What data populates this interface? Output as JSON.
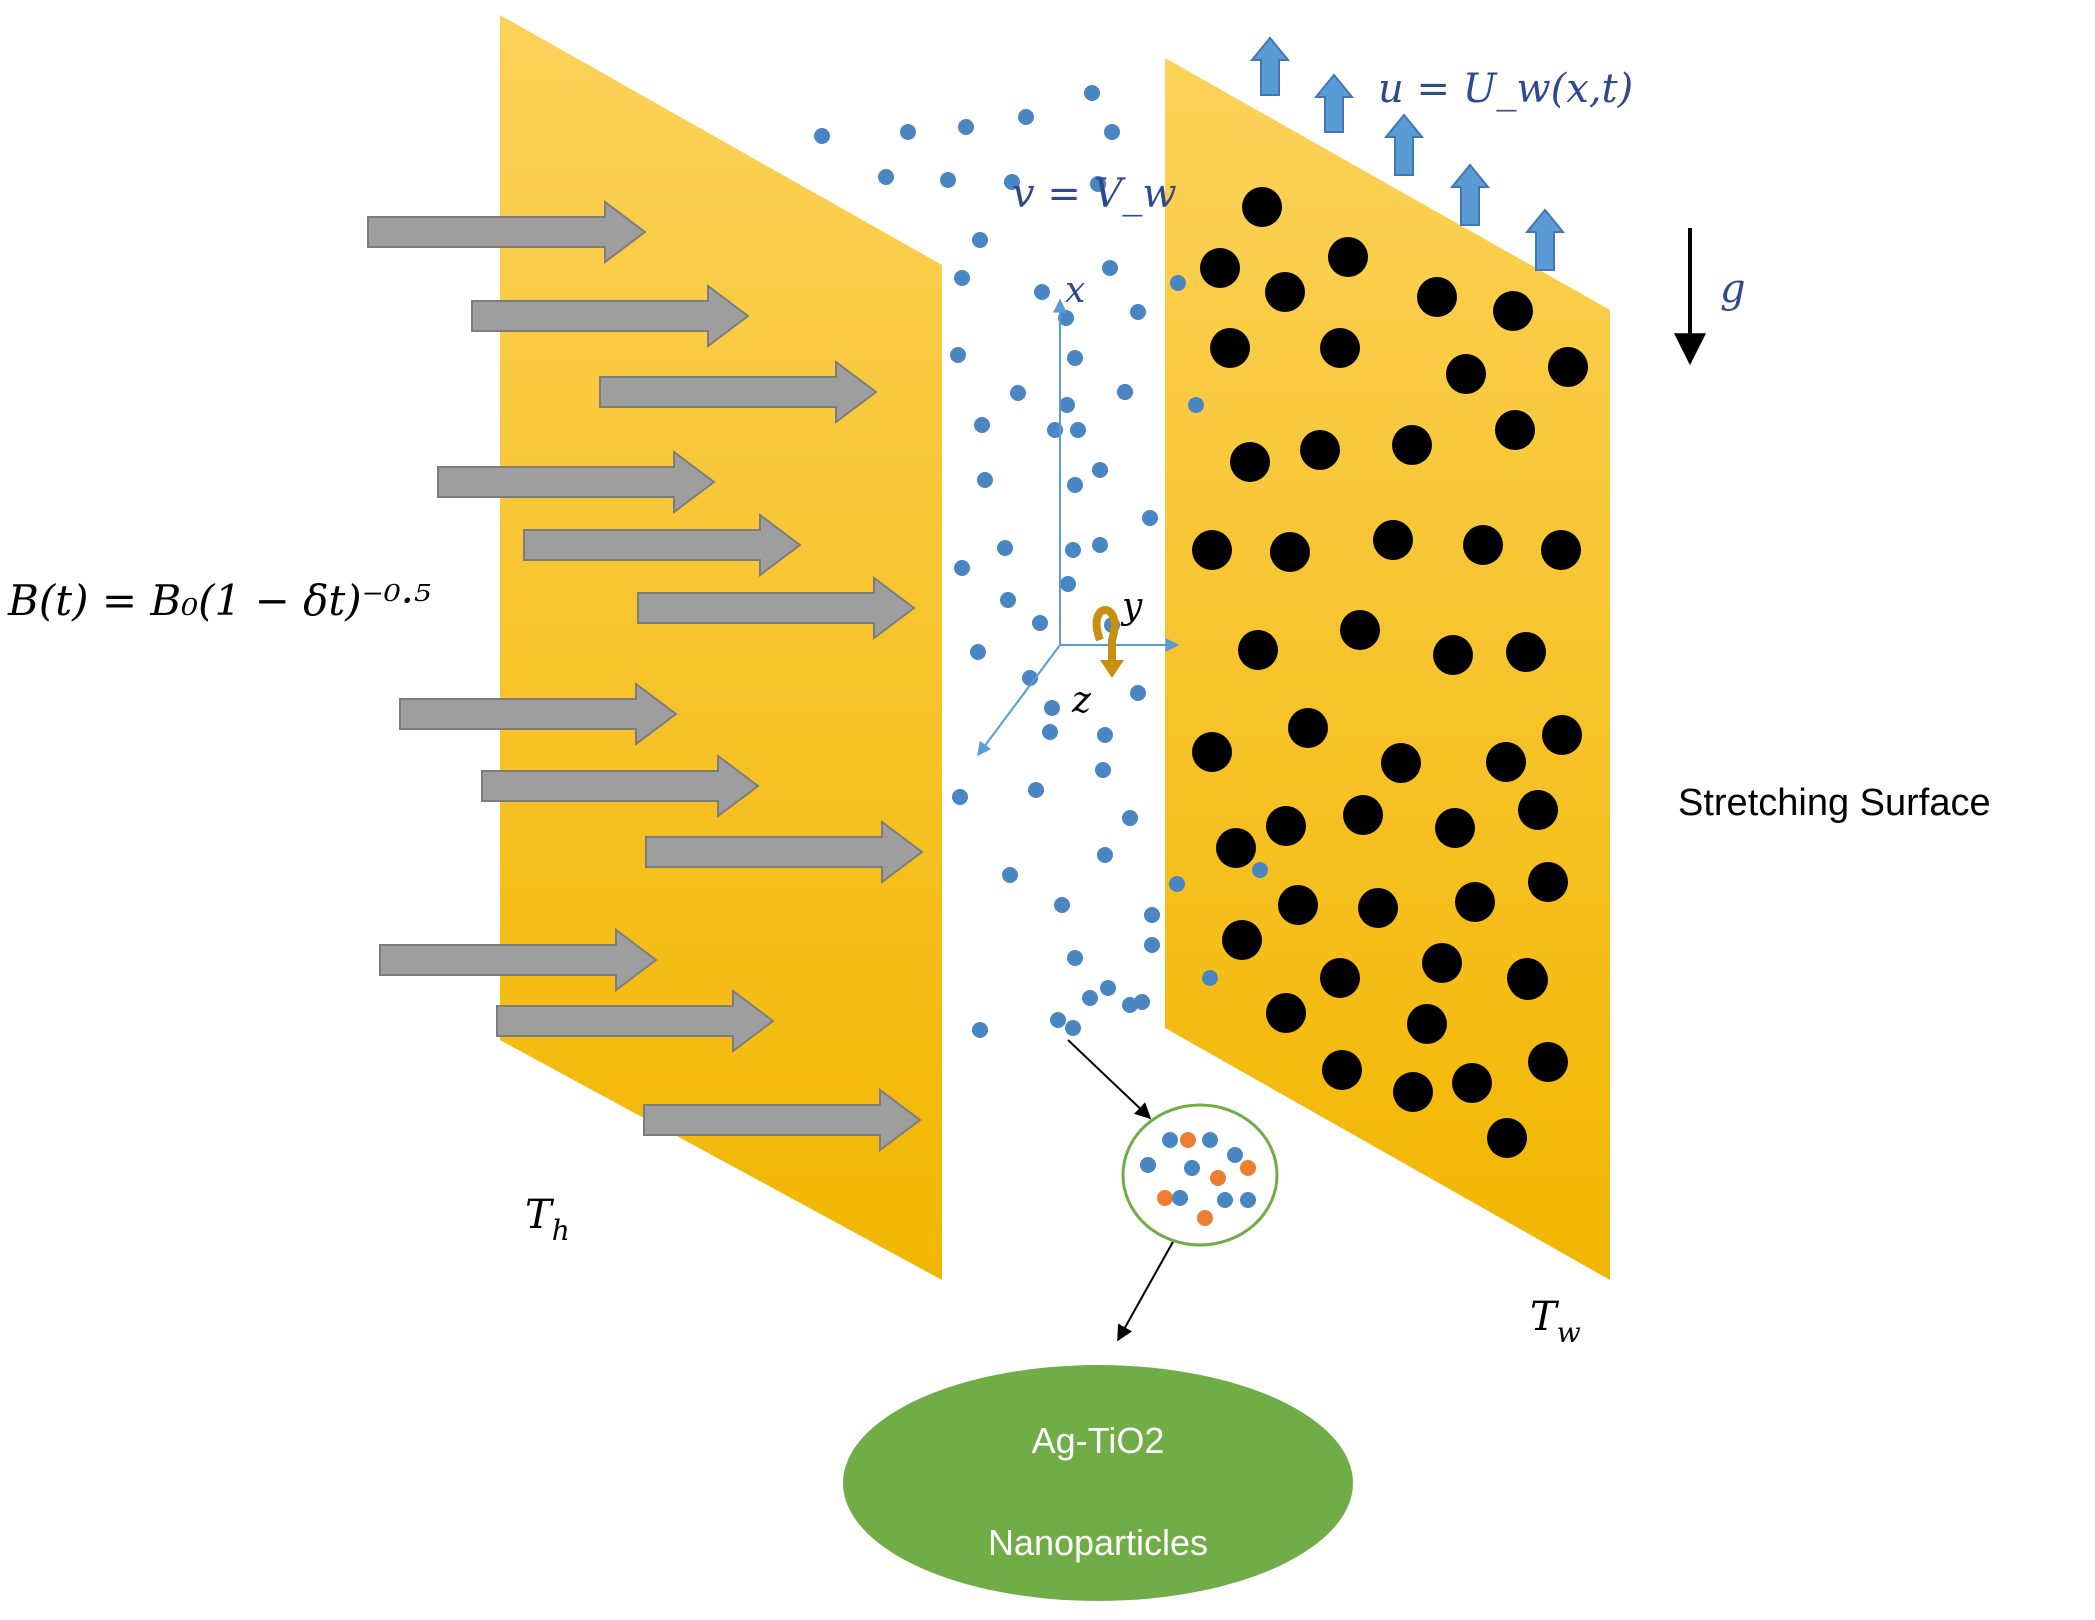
{
  "colors": {
    "plate_top": "#fcd25a",
    "plate_bottom": "#f2b600",
    "fluid_particle": "#4a86c2",
    "surface_particle": "#000000",
    "field_arrow": "#9e9e9e",
    "velocity_arrow": "#5b9bd5",
    "ellipse_fill": "#70ad47",
    "ellipse_text": "#ffffff",
    "orange_particle": "#ed7d31",
    "rotation_arrow": "#c89010"
  },
  "labels": {
    "magnetic_field": "B(t) = B₀(1 − δt)⁻⁰·⁵",
    "velocity_u": "u = U_w(x,t)",
    "velocity_v": "v = V_w",
    "gravity": "g",
    "axis_x": "x",
    "axis_y": "y",
    "axis_z": "z",
    "temp_left": "T",
    "temp_left_sub": "h",
    "temp_right": "T",
    "temp_right_sub": "w",
    "stretching_surface": "Stretching Surface",
    "nanoparticle_line1": "Ag-TiO2",
    "nanoparticle_line2": "Nanoparticles"
  },
  "icons": {
    "field_arrows": "right-arrow-icon",
    "velocity_arrows": "up-arrow-icon",
    "gravity_arrow": "down-arrow-icon",
    "rotation": "rotation-arrow-icon"
  }
}
